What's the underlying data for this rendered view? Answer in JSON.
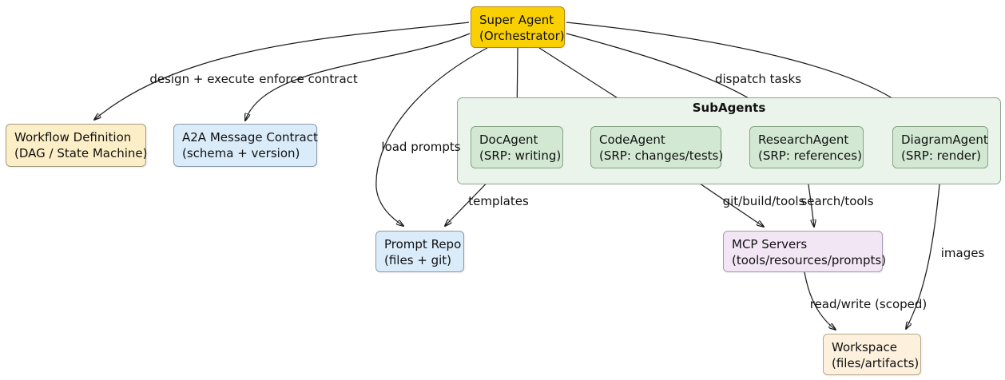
{
  "diagram": {
    "nodes": {
      "super_agent": {
        "line1": "Super Agent",
        "line2": "(Orchestrator)"
      },
      "workflow_definition": {
        "line1": "Workflow Definition",
        "line2": "(DAG / State Machine)"
      },
      "a2a_contract": {
        "line1": "A2A Message Contract",
        "line2": "(schema + version)"
      },
      "subagents_group": {
        "label": "SubAgents"
      },
      "doc_agent": {
        "line1": "DocAgent",
        "line2": "(SRP: writing)"
      },
      "code_agent": {
        "line1": "CodeAgent",
        "line2": "(SRP: changes/tests)"
      },
      "research_agent": {
        "line1": "ResearchAgent",
        "line2": "(SRP: references)"
      },
      "diagram_agent": {
        "line1": "DiagramAgent",
        "line2": "(SRP: render)"
      },
      "prompt_repo": {
        "line1": "Prompt Repo",
        "line2": "(files + git)"
      },
      "mcp_servers": {
        "line1": "MCP Servers",
        "line2": "(tools/resources/prompts)"
      },
      "workspace": {
        "line1": "Workspace",
        "line2": "(files/artifacts)"
      }
    },
    "edge_labels": {
      "design_execute": "design + execute",
      "enforce_contract": "enforce contract",
      "dispatch_tasks": "dispatch tasks",
      "load_prompts": "load prompts",
      "templates": "templates",
      "git_build_tools": "git/build/tools",
      "search_tools": "search/tools",
      "images": "images",
      "read_write_scoped": "read/write (scoped)"
    },
    "edges": [
      {
        "from": "Super Agent",
        "to": "Workflow Definition",
        "label": "design + execute"
      },
      {
        "from": "Super Agent",
        "to": "A2A Message Contract",
        "label": "enforce contract"
      },
      {
        "from": "Super Agent",
        "to": "DocAgent",
        "label": ""
      },
      {
        "from": "Super Agent",
        "to": "CodeAgent",
        "label": ""
      },
      {
        "from": "Super Agent",
        "to": "ResearchAgent",
        "label": "dispatch tasks"
      },
      {
        "from": "Super Agent",
        "to": "DiagramAgent",
        "label": ""
      },
      {
        "from": "Super Agent",
        "to": "Prompt Repo",
        "label": "load prompts"
      },
      {
        "from": "DocAgent",
        "to": "Prompt Repo",
        "label": "templates"
      },
      {
        "from": "CodeAgent",
        "to": "MCP Servers",
        "label": "git/build/tools"
      },
      {
        "from": "ResearchAgent",
        "to": "MCP Servers",
        "label": "search/tools"
      },
      {
        "from": "MCP Servers",
        "to": "Workspace",
        "label": "read/write (scoped)"
      },
      {
        "from": "DiagramAgent",
        "to": "Workspace",
        "label": "images"
      }
    ],
    "colors": {
      "super_agent_fill": "#f9d103",
      "super_agent_border": "#b8860b",
      "cream_fill": "#fcefc7",
      "blue_fill": "#daecfa",
      "group_fill": "#eaf4ea",
      "agent_fill": "#d2e8d2",
      "purple_fill": "#f2e6f4",
      "workspace_fill": "#fdf1de",
      "edge_color": "#1c1c1c",
      "background": "#ffffff"
    }
  }
}
